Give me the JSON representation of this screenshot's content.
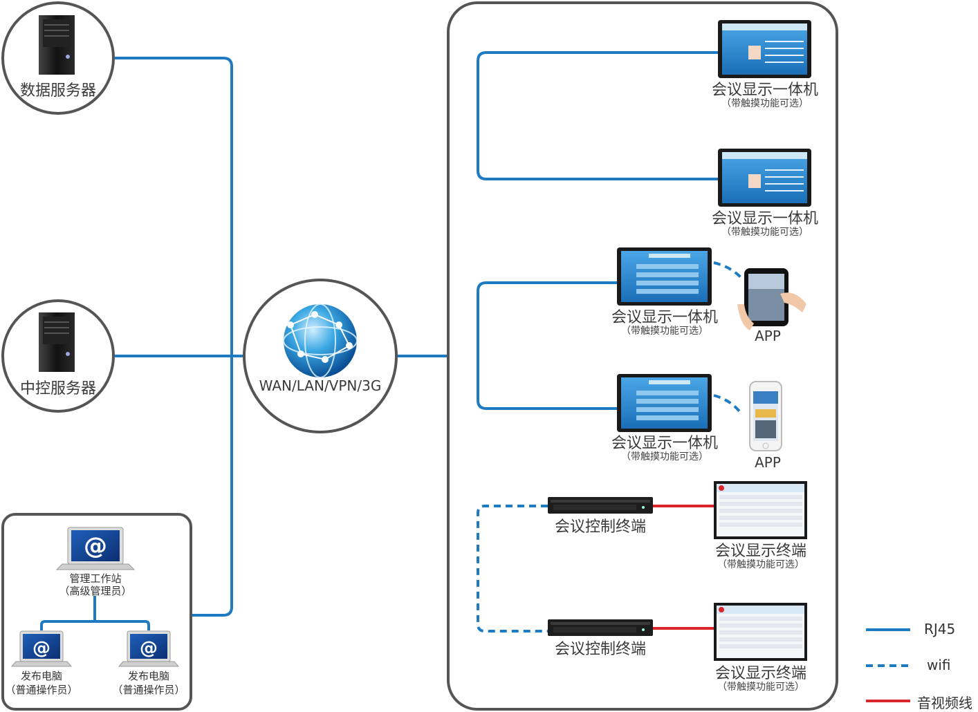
{
  "servers": {
    "data_server": "数据服务器",
    "control_server": "中控服务器"
  },
  "network": {
    "label": "WAN/LAN/VPN/3G"
  },
  "workstations": {
    "admin": {
      "name": "管理工作站",
      "role": "（高级管理员）"
    },
    "publisher_left": {
      "name": "发布电脑",
      "role": "（普通操作员）"
    },
    "publisher_right": {
      "name": "发布电脑",
      "role": "（普通操作员）"
    }
  },
  "displays": [
    {
      "name": "会议显示一体机",
      "note": "（带触摸功能可选）"
    },
    {
      "name": "会议显示一体机",
      "note": "（带触摸功能可选）"
    },
    {
      "name": "会议显示一体机",
      "note": "（带触摸功能可选）",
      "app": "APP"
    },
    {
      "name": "会议显示一体机",
      "note": "（带触摸功能可选）",
      "app": "APP"
    }
  ],
  "terminals": [
    {
      "controller": "会议控制终端",
      "display": "会议显示终端",
      "note": "（带触摸功能可选）"
    },
    {
      "controller": "会议控制终端",
      "display": "会议显示终端",
      "note": "（带触摸功能可选）"
    }
  ],
  "legend": [
    {
      "label": "RJ45",
      "color": "#1f7bc1",
      "style": "solid"
    },
    {
      "label": "wifi",
      "color": "#1f7bc1",
      "style": "dashed"
    },
    {
      "label": "音视频线",
      "color": "#d9252b",
      "style": "solid"
    }
  ]
}
